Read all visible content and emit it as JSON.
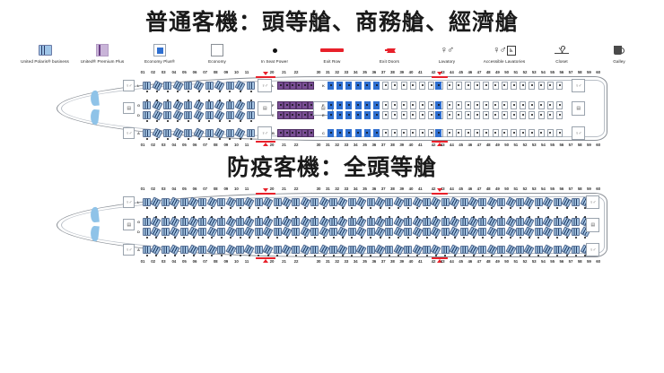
{
  "sections": {
    "title_1": "普通客機：頭等艙、商務艙、經濟艙",
    "title_2": "防疫客機：全頭等艙"
  },
  "legend": {
    "items": [
      {
        "icon": "polaris-business-seat-icon",
        "label": "United Polaris® business",
        "color": "#1f3a63"
      },
      {
        "icon": "premium-plus-seat-icon",
        "label": "United® Premium Plus",
        "color": "#7a4f95"
      },
      {
        "icon": "economy-plus-seat-icon",
        "label": "Economy Plus®",
        "color": "#2f6fd0"
      },
      {
        "icon": "economy-seat-icon",
        "label": "Economy",
        "color": "#ffffff"
      },
      {
        "icon": "in-seat-power-icon",
        "label": "In Seat Power",
        "color": "#111111"
      },
      {
        "icon": "exit-row-icon",
        "label": "Exit Row",
        "color": "#e8202a"
      },
      {
        "icon": "exit-doors-icon",
        "label": "Exit Doors",
        "color": "#e8202a"
      },
      {
        "icon": "lavatory-icon",
        "label": "Lavatory",
        "color": "#333333"
      },
      {
        "icon": "accessible-lavatories-icon",
        "label": "Accessible Lavatories",
        "color": "#333333"
      },
      {
        "icon": "closet-icon",
        "label": "Closet",
        "color": "#444444"
      },
      {
        "icon": "galley-icon",
        "label": "Galley",
        "color": "#4a4a4a"
      }
    ]
  },
  "plane_1": {
    "name": "standard-cabin-seatmap",
    "row_numbers_top": [
      "01",
      "02",
      "03",
      "04",
      "05",
      "06",
      "07",
      "08",
      "09",
      "10",
      "11",
      "20",
      "21",
      "22",
      "30",
      "31",
      "32",
      "33",
      "34",
      "35",
      "36",
      "37",
      "38",
      "39",
      "40",
      "41",
      "42",
      "43",
      "44",
      "45",
      "46",
      "47",
      "48",
      "49",
      "50",
      "51",
      "52",
      "53",
      "54",
      "55",
      "56",
      "57",
      "58",
      "59",
      "60"
    ],
    "row_numbers_bottom": [
      "01",
      "02",
      "03",
      "04",
      "05",
      "06",
      "07",
      "08",
      "09",
      "10",
      "11",
      "20",
      "21",
      "22",
      "30",
      "31",
      "32",
      "33",
      "34",
      "35",
      "36",
      "37",
      "38",
      "39",
      "40",
      "41",
      "42",
      "43",
      "44",
      "45",
      "46",
      "47",
      "48",
      "49",
      "50",
      "51",
      "52",
      "53",
      "54",
      "55",
      "56",
      "57",
      "58",
      "59",
      "60"
    ],
    "seat_letters_left": [
      "L",
      "G",
      "D",
      "A"
    ],
    "cabins": [
      {
        "class": "United Polaris® business",
        "rows": "01-11",
        "color": "#1f3a63"
      },
      {
        "class": "United® Premium Plus",
        "rows": "20-22",
        "color": "#7a4f95"
      },
      {
        "class": "Economy Plus®",
        "rows": "30-35",
        "color": "#2f6fd0"
      },
      {
        "class": "Economy",
        "rows": "36-60",
        "color": "#ffffff"
      },
      {
        "class": "Exit Row Economy Plus®",
        "rows": "42",
        "color": "#2f6fd0"
      }
    ]
  },
  "plane_2": {
    "name": "quarantine-cabin-seatmap",
    "row_numbers_top": [
      "01",
      "02",
      "03",
      "04",
      "05",
      "06",
      "07",
      "08",
      "09",
      "10",
      "11",
      "20",
      "21",
      "22",
      "30",
      "31",
      "32",
      "33",
      "34",
      "35",
      "36",
      "37",
      "38",
      "39",
      "40",
      "41",
      "42",
      "43",
      "44",
      "45",
      "46",
      "47",
      "48",
      "49",
      "50",
      "51",
      "52",
      "53",
      "54",
      "55",
      "56",
      "57",
      "58",
      "59",
      "60"
    ],
    "row_numbers_bottom": [
      "01",
      "02",
      "03",
      "04",
      "05",
      "06",
      "07",
      "08",
      "09",
      "10",
      "11",
      "20",
      "21",
      "22",
      "30",
      "31",
      "32",
      "33",
      "34",
      "35",
      "36",
      "37",
      "38",
      "39",
      "40",
      "41",
      "42",
      "43",
      "44",
      "45",
      "46",
      "47",
      "48",
      "49",
      "50",
      "51",
      "52",
      "53",
      "54",
      "55",
      "56",
      "57",
      "58",
      "59",
      "60"
    ],
    "seat_letters_left": [
      "L",
      "G",
      "D",
      "A"
    ],
    "cabins": [
      {
        "class": "United Polaris® business",
        "rows": "01-60",
        "color": "#1f3a63"
      }
    ]
  },
  "cabin_units": {
    "lavatory_glyph": "†‡",
    "galley_glyph": "▤",
    "closet_glyph": "▯"
  }
}
